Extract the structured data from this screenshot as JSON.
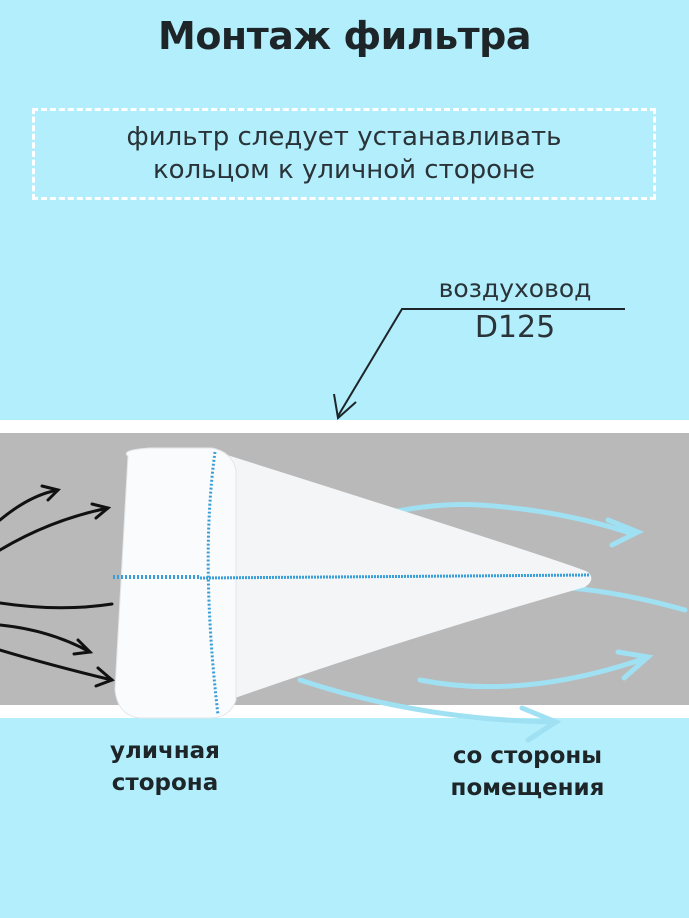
{
  "title": "Монтаж фильтра",
  "note": {
    "line1": "фильтр следует устанавливать",
    "line2": "кольцом к уличной стороне"
  },
  "duct": {
    "name": "воздуховод",
    "size": "D125"
  },
  "labels": {
    "street": {
      "line1": "уличная",
      "line2": "сторона"
    },
    "room": {
      "line1": "со стороны",
      "line2": "помещения"
    }
  },
  "colors": {
    "background": "#b2eefb",
    "duct": "#b9b9b9",
    "stitch": "#3a9fd8",
    "airflow_out": "#9fe0f2",
    "airflow_in": "#111111"
  }
}
